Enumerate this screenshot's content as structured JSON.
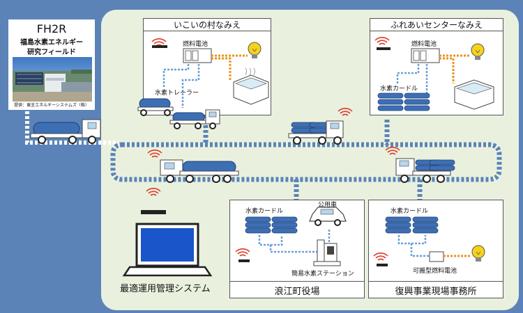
{
  "fh2r": {
    "code": "FH2R",
    "name_line1": "福島水素エネルギー",
    "name_line2": "研究フィールド",
    "photo_credit": "提供：東芝エネルギーシステムズ（株）"
  },
  "sites": {
    "ikoi": {
      "title": "いこいの村なみえ",
      "fuel_cell": "燃料電池",
      "trailer": "水素トレーラー"
    },
    "fureai": {
      "title": "ふれあいセンターなみえ",
      "fuel_cell": "燃料電池",
      "curdle": "水素カードル"
    },
    "namie_town": {
      "title": "浪江町役場",
      "curdle": "水素カードル",
      "car": "公用車",
      "station": "簡易水素ステーション"
    },
    "fukko": {
      "title": "復興事業現場事務所",
      "curdle": "水素カードル",
      "portable_fc": "可搬型燃料電池"
    }
  },
  "system": {
    "label": "最適運用管理システム"
  },
  "colors": {
    "background": "#5b83b8",
    "panel": "#e9f1de",
    "route": "#5b83b8",
    "hydrogen_line": "#6aa0d8",
    "power_line": "#e8951e",
    "signal": "#e03a2a",
    "cylinder": "#3d6fb5",
    "bulb": "#f5d31a"
  }
}
